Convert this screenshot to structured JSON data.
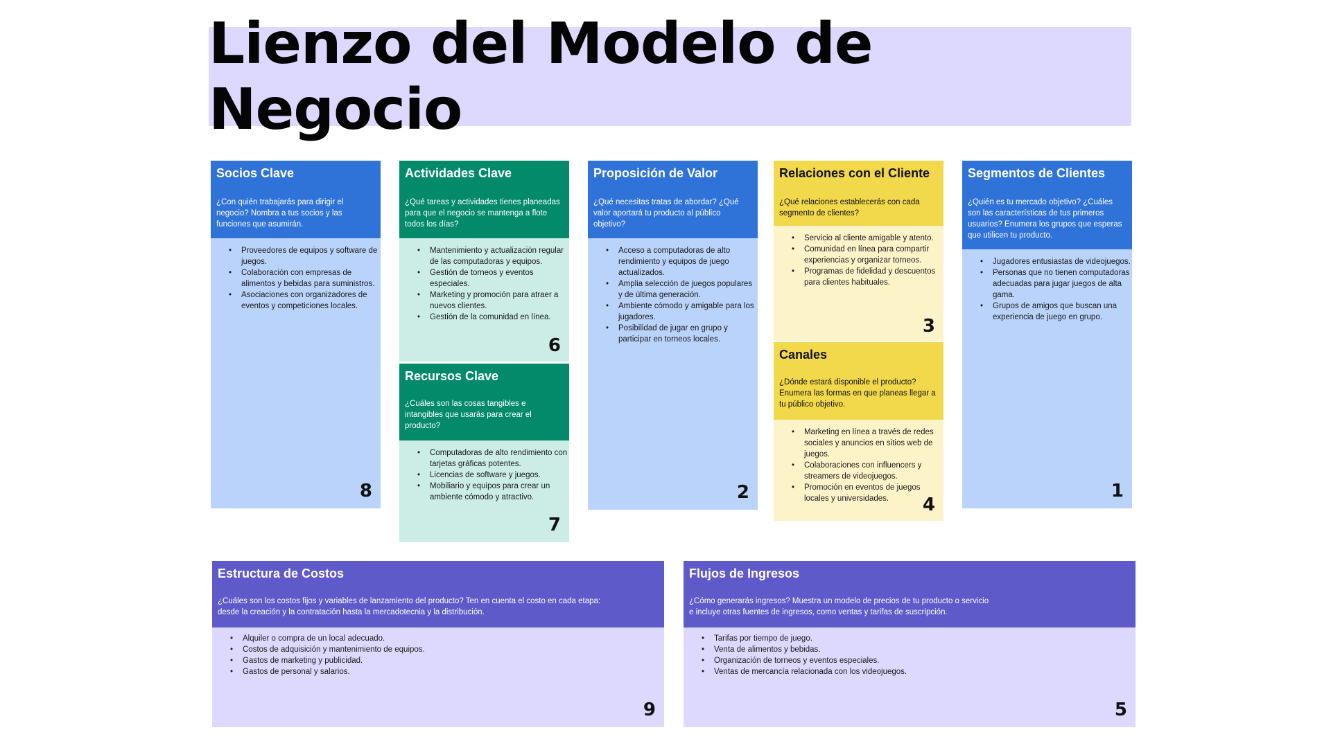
{
  "title": "Lienzo del Modelo de Negocio",
  "colors": {
    "banner": "#ddd8fd",
    "blue_head": "#2f73d8",
    "blue_body": "#b9d3fb",
    "green_head": "#028a6b",
    "green_body": "#cbede5",
    "yellow_head": "#f2d84b",
    "yellow_body": "#fdf3c9",
    "purple_head": "#5f5ac9",
    "purple_body": "#ddd8fd"
  },
  "blocks": {
    "socios": {
      "title": "Socios Clave",
      "question": "¿Con quién trabajarás para dirigir el negocio? Nombra a tus socios y las funciones que asumirán.",
      "items": [
        "Proveedores de equipos y software de juegos.",
        "Colaboración con empresas de alimentos y bebidas para suministros.",
        "Asociaciones con organizadores de eventos y competiciones locales."
      ],
      "number": "8"
    },
    "actividades": {
      "title": "Actividades Clave",
      "question": "¿Qué tareas y actividades tienes planeadas para que el negocio se mantenga a flote todos los días?",
      "items": [
        "Mantenimiento y actualización regular de las computadoras y equipos.",
        "Gestión de torneos y eventos especiales.",
        "Marketing y promoción para atraer a nuevos clientes.",
        "Gestión de la comunidad en línea."
      ],
      "number": "6"
    },
    "recursos": {
      "title": "Recursos Clave",
      "question": "¿Cuáles son las cosas tangibles e intangibles que usarás para crear el producto?",
      "items": [
        "Computadoras de alto rendimiento con tarjetas gráficas potentes.",
        "Licencias de software y juegos.",
        "Mobiliario y equipos para crear un ambiente cómodo y atractivo."
      ],
      "number": "7"
    },
    "propuesta": {
      "title": "Proposición de Valor",
      "question": "¿Qué necesitas tratas de abordar? ¿Qué valor aportará tu producto al público objetivo?",
      "items": [
        "Acceso a computadoras de alto rendimiento y equipos de juego actualizados.",
        "Amplia selección de juegos populares y de última generación.",
        "Ambiente cómodo y amigable para los jugadores.",
        "Posibilidad de jugar en grupo y participar en torneos locales."
      ],
      "number": "2"
    },
    "relaciones": {
      "title": "Relaciones con el Cliente",
      "question": "¿Qué relaciones establecerás con cada segmento de clientes?",
      "items": [
        "Servicio al cliente amigable y atento.",
        "Comunidad en línea para compartir experiencias y organizar torneos.",
        "Programas de fidelidad y descuentos para clientes habituales."
      ],
      "number": "3"
    },
    "canales": {
      "title": "Canales",
      "question": "¿Dónde estará disponible el producto? Enumera las formas en que planeas llegar a tu público objetivo.",
      "items": [
        "Marketing en línea a través de redes sociales y anuncios en sitios web de juegos.",
        "Colaboraciones con influencers y streamers de videojuegos.",
        "Promoción en eventos de juegos locales y universidades."
      ],
      "number": "4"
    },
    "segmentos": {
      "title": "Segmentos de Clientes",
      "question": "¿Quién es tu mercado objetivo? ¿Cuáles son las características de tus primeros usuarios? Enumera los grupos que esperas que utilicen tu producto.",
      "items": [
        "Jugadores entusiastas de videojuegos.",
        "Personas que no tienen computadoras adecuadas para jugar juegos de alta gama.",
        "Grupos de amigos que buscan una experiencia de juego en grupo."
      ],
      "number": "1"
    },
    "costos": {
      "title": "Estructura de Costos",
      "question_line1": "¿Cuáles son los costos fijos y variables de lanzamiento del producto? Ten en cuenta el costo en cada etapa:",
      "question_line2": "desde la creación y la contratación hasta la mercadotecnia y la distribución.",
      "items": [
        "Alquiler o compra de un local adecuado.",
        "Costos de adquisición y mantenimiento de equipos.",
        "Gastos de marketing y publicidad.",
        "Gastos de personal y salarios."
      ],
      "number": "9"
    },
    "ingresos": {
      "title": "Flujos de Ingresos",
      "question_line1": "¿Cómo generarás ingresos? Muestra un modelo de precios de tu producto o servicio",
      "question_line2": "e incluye otras fuentes de ingresos, como ventas y tarifas de suscripción.",
      "items": [
        "Tarifas por tiempo de juego.",
        "Venta de alimentos y bebidas.",
        "Organización de torneos y eventos especiales.",
        "Ventas de mercancía relacionada con los videojuegos."
      ],
      "number": "5"
    }
  }
}
